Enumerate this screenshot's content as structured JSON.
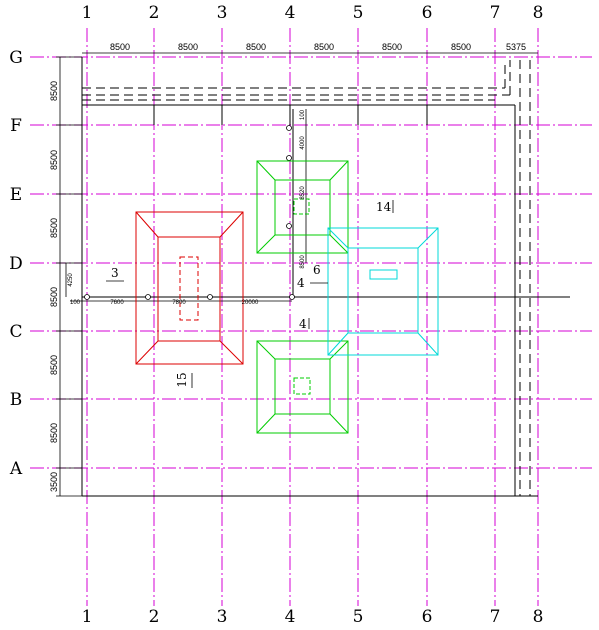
{
  "columns": {
    "labels": [
      "1",
      "2",
      "3",
      "4",
      "5",
      "6",
      "7",
      "8"
    ],
    "spacings": [
      "8500",
      "8500",
      "8500",
      "8500",
      "8500",
      "8500",
      "5375"
    ]
  },
  "rows": {
    "labels": [
      "G",
      "F",
      "E",
      "D",
      "C",
      "B",
      "A"
    ],
    "spacings": [
      "8500",
      "8500",
      "8500",
      "8500",
      "8500",
      "8500",
      "3500"
    ]
  },
  "offset_dims": {
    "left_offset": "4250",
    "left_small": "100",
    "run_1": "7600",
    "run_2": "7800",
    "run_3": "20000"
  },
  "vertical_dims": {
    "v1": "100",
    "v2": "4000",
    "v3": "8520",
    "v4": "8500"
  },
  "region_tags": {
    "t3": "3",
    "t4a": "4",
    "t4b": "4",
    "t6": "6",
    "t14": "14",
    "t15": "15"
  },
  "colors": {
    "grid": "#d400d4",
    "red": "#dd0000",
    "green": "#00cc00",
    "cyan": "#00d8d8",
    "ink": "#000000"
  }
}
